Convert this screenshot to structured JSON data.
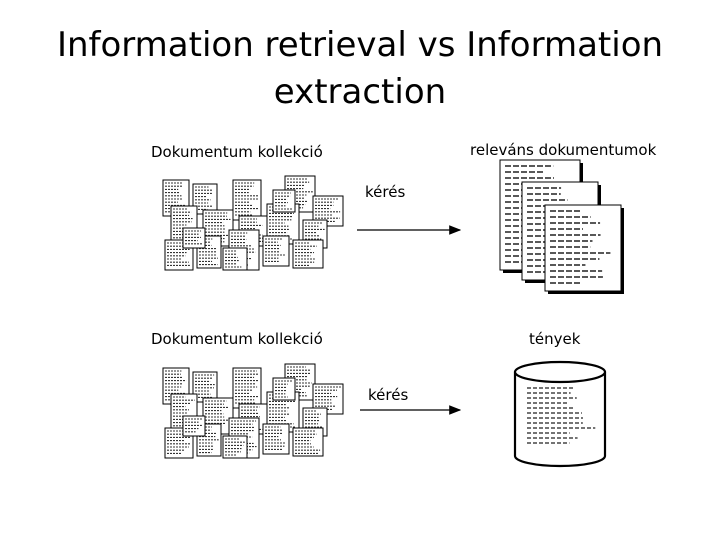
{
  "title_line1": "Information retrieval vs Information",
  "title_line2": "extraction",
  "top": {
    "collection_label": "Dokumentum kollekció",
    "query_label": "kérés",
    "result_label": "releváns dokumentumok"
  },
  "bottom": {
    "collection_label": "Dokumentum kollekció",
    "query_label": "kérés",
    "result_label": "tények"
  }
}
